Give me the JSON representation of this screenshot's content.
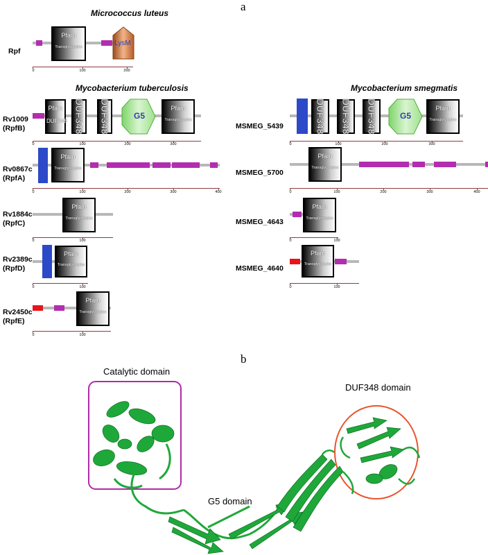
{
  "panel_a": {
    "letter": "a",
    "species": {
      "luteus": "Micrococcus luteus",
      "tb": "Mycobacterium tuberculosis",
      "smeg": "Mycobacterium smegmatis"
    },
    "proteins": {
      "rpf": "Rpf",
      "rv1009": "Rv1009",
      "rv1009_alias": "(RpfB)",
      "rv0867c": "Rv0867c",
      "rv0867c_alias": "(RpfA)",
      "rv1884c": "Rv1884c",
      "rv1884c_alias": "(RpfC)",
      "rv2389c": "Rv2389c",
      "rv2389c_alias": "(RpfD)",
      "rv2450c": "Rv2450c",
      "rv2450c_alias": "(RpfE)",
      "msmeg_5439": "MSMEG_5439",
      "msmeg_5700": "MSMEG_5700",
      "msmeg_4643": "MSMEG_4643",
      "msmeg_4640": "MSMEG_4640"
    },
    "domains": {
      "pfam": "Pfam",
      "transglyco": "Transglycosylas",
      "duf": "DUF348",
      "g5": "G5",
      "lysm": "LysM"
    },
    "ticks": {
      "t0": "0",
      "t100": "100",
      "t200": "200",
      "t300": "300",
      "t400": "400"
    }
  },
  "panel_b": {
    "letter": "b",
    "catalytic": "Catalytic domain",
    "duf348": "DUF348 domain",
    "g5": "G5 domain",
    "colors": {
      "ribbon": "#1fa83a",
      "catalytic_box": "#b02aa8",
      "duf_circle": "#e8532a"
    }
  }
}
